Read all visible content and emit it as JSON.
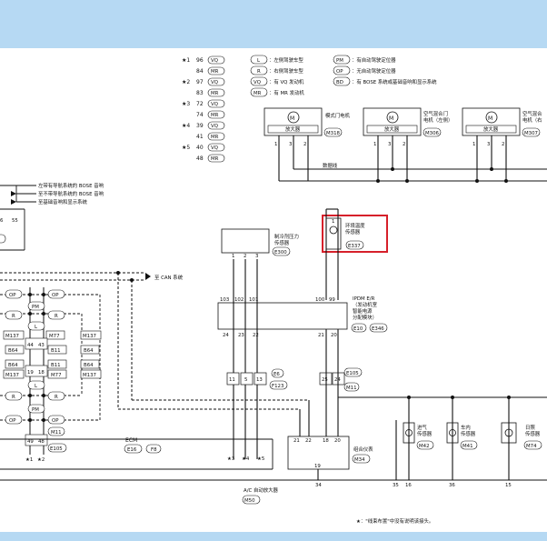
{
  "legend_codes": [
    {
      "star": "★1",
      "num": "96",
      "code": "VQ"
    },
    {
      "star": "",
      "num": "84",
      "code": "MR"
    },
    {
      "star": "★2",
      "num": "97",
      "code": "VQ"
    },
    {
      "star": "",
      "num": "83",
      "code": "MR"
    },
    {
      "star": "★3",
      "num": "72",
      "code": "VQ"
    },
    {
      "star": "",
      "num": "74",
      "code": "MR"
    },
    {
      "star": "★4",
      "num": "39",
      "code": "VQ"
    },
    {
      "star": "",
      "num": "41",
      "code": "MR"
    },
    {
      "star": "★5",
      "num": "40",
      "code": "VQ"
    },
    {
      "star": "",
      "num": "48",
      "code": "MR"
    }
  ],
  "legend_defs": [
    {
      "code": "L",
      "text": "：左侧驾驶车型"
    },
    {
      "code": "R",
      "text": "：右侧驾驶车型"
    },
    {
      "code": "VQ",
      "text": "：有 VQ 发动机"
    },
    {
      "code": "MR",
      "text": "：有 MR 发动机"
    },
    {
      "code": "PM",
      "text": "：有自动驾驶定位器"
    },
    {
      "code": "OP",
      "text": "：无自动驾驶定位器"
    },
    {
      "code": "BD",
      "text": "：有 BOSE 系统或基础音响和显示系统"
    }
  ],
  "motors": [
    {
      "name": "模式门电机",
      "amp": "放大器",
      "conn": "M318"
    },
    {
      "name": "空气混合门\n电机（左侧）",
      "amp": "放大器",
      "conn": "M306"
    },
    {
      "name": "空气混合\n电机（右",
      "amp": "放大器",
      "conn": "M307"
    }
  ],
  "motor_pins": [
    "1",
    "3",
    "2"
  ],
  "data_line": "数据线",
  "left_notes": [
    "左带有导航系统的 BOSE 音响",
    "至不带导航系统的 BOSE 音响",
    "至基础音响和显示系统"
  ],
  "left_pins": [
    "6",
    "55"
  ],
  "can_label": "至 CAN 系统",
  "harness_codes": [
    [
      "OP",
      "OP"
    ],
    [
      "PM"
    ],
    [
      "R",
      "R"
    ],
    [
      "L"
    ],
    [
      "M137",
      "M77",
      "M137"
    ],
    [
      "B64",
      "44",
      "43",
      "B11",
      "B64"
    ],
    [
      "B64",
      "B11",
      "B64"
    ],
    [
      "M137",
      "19",
      "18",
      "M77",
      "M137"
    ],
    [
      "R",
      "R"
    ],
    [
      "L"
    ],
    [
      "PM"
    ],
    [
      "OP",
      "OP"
    ],
    [
      "M11"
    ],
    [
      "49",
      "48"
    ],
    [
      "E105"
    ]
  ],
  "bottom_stars": [
    "★1",
    "★2"
  ],
  "ambient_sensor": {
    "name": "环境温度\n传感器",
    "conn": "E337"
  },
  "refrigerant_sensor": {
    "name": "制冷剂压力\n传感器",
    "conn": "E300",
    "pins": [
      "1",
      "2",
      "3"
    ]
  },
  "ipdm": {
    "name": "IPDM E/R\n（发动机室\n智能电源\n分配模块）",
    "conn1": "E10",
    "conn2": "E346",
    "top_pins": [
      "103",
      "102",
      "101",
      "100",
      "99"
    ],
    "bottom_pins": [
      "24",
      "23",
      "22",
      "21",
      "20"
    ]
  },
  "junction_left": {
    "pins": [
      "11",
      "5",
      "13"
    ],
    "conn1": "E6",
    "conn2": "F123"
  },
  "junction_right": {
    "pins": [
      "25",
      "24"
    ],
    "conn1": "E105",
    "conn2": "M11"
  },
  "ecm": {
    "label": "ECM",
    "conn1": "E16",
    "conn2": "F8"
  },
  "ecm_stars": [
    "★3",
    "★4",
    "★5"
  ],
  "combo_meter": {
    "name": "组合仪表",
    "conn": "M34",
    "top_pins": [
      "21",
      "22",
      "18",
      "20"
    ],
    "bottom_pin": "19"
  },
  "bottom_wire_pins": [
    "34",
    "35",
    "16",
    "36",
    "15"
  ],
  "sensors_right": [
    {
      "name": "进气\n传感器",
      "conn": "M42"
    },
    {
      "name": "车内\n传感器",
      "conn": "M41"
    },
    {
      "name": "日照\n传感器",
      "conn": "M74"
    }
  ],
  "ac_amp": {
    "name": "A/C 自动放大器",
    "conn": "M50"
  },
  "footnote": "★：\"线束布置\"中没有说明该接头。",
  "highlight_color": "#d6202a",
  "banner_color": "#b6d9f3"
}
